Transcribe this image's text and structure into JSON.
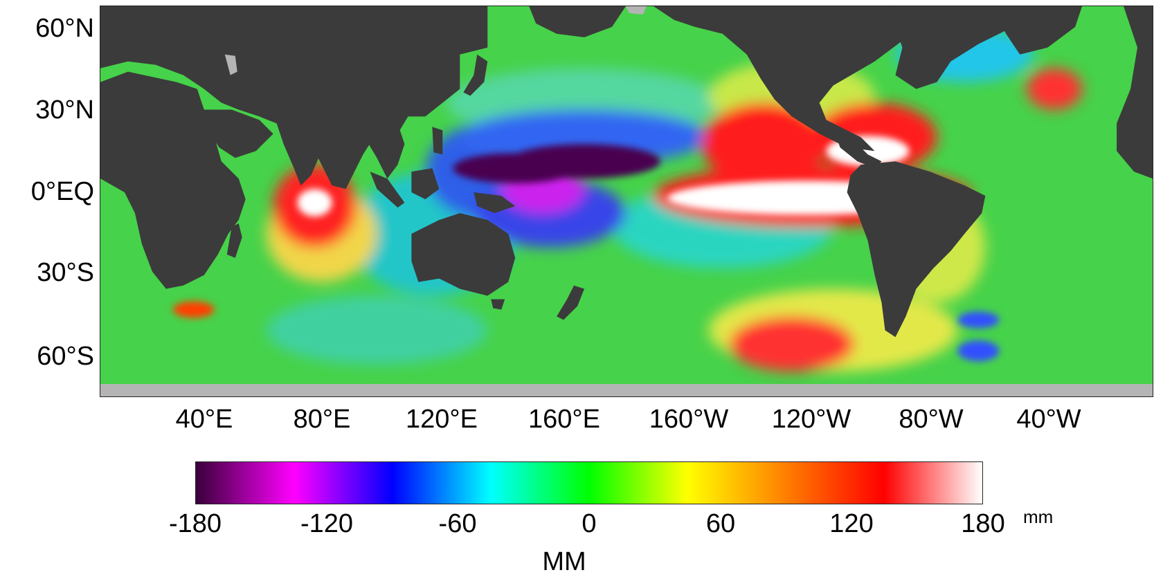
{
  "map": {
    "lat_labels": [
      "60°N",
      "30°N",
      "0°EQ",
      "30°S",
      "60°S"
    ],
    "lon_labels": [
      "40°E",
      "80°E",
      "120°E",
      "160°E",
      "160°W",
      "120°W",
      "80°W",
      "40°W"
    ],
    "land_color": "#3b3b3b",
    "ice_color": "#b4b4b4",
    "ocean_base_color": "#46d24a"
  },
  "colorbar": {
    "tick_labels": [
      "-180",
      "-120",
      "-60",
      "0",
      "60",
      "120",
      "180"
    ],
    "unit_small": "mm",
    "title": "MM",
    "min": -180,
    "max": 180,
    "colors": [
      "#3a003a",
      "#ff00ff",
      "#0000ff",
      "#00ffff",
      "#00ff00",
      "#ffff00",
      "#ff7f00",
      "#ff0000",
      "#ffffff"
    ]
  }
}
